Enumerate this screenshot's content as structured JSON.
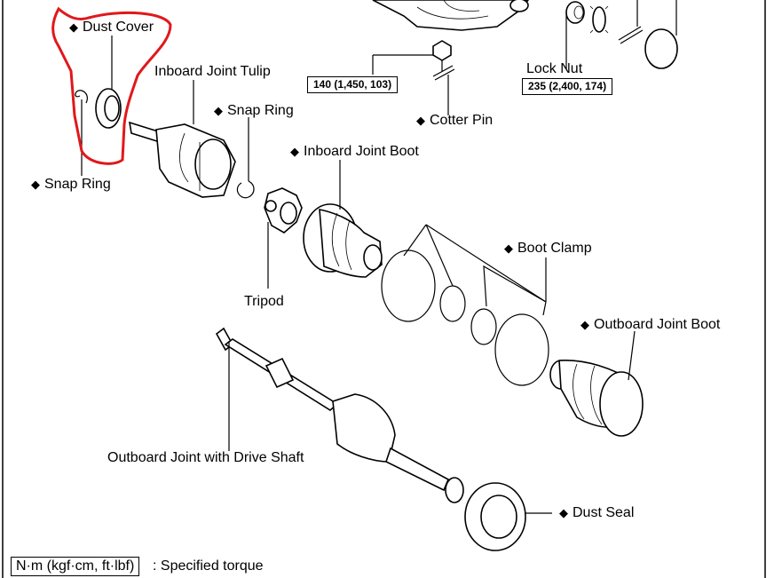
{
  "labels": {
    "dust_cover": "Dust Cover",
    "snap_ring_left": "Snap Ring",
    "inboard_joint_tulip": "Inboard Joint Tulip",
    "snap_ring_mid": "Snap Ring",
    "inboard_joint_boot": "Inboard Joint Boot",
    "tripod": "Tripod",
    "boot_clamp": "Boot Clamp",
    "outboard_joint_boot": "Outboard Joint Boot",
    "outboard_joint_drive_shaft": "Outboard Joint with Drive Shaft",
    "dust_seal": "Dust Seal",
    "lock_nut": "Lock Nut",
    "cotter_pin": "Cotter Pin"
  },
  "marker_symbol": "◆",
  "torque": {
    "castle_nut": "140 (1,450, 103)",
    "lock_nut": "235 (2,400, 174)"
  },
  "legend": {
    "units": "N·m (kgf·cm, ft·lbf)",
    "text": ": Specified torque"
  },
  "colors": {
    "annotation_circle": "#e0181b",
    "line": "#000000"
  }
}
